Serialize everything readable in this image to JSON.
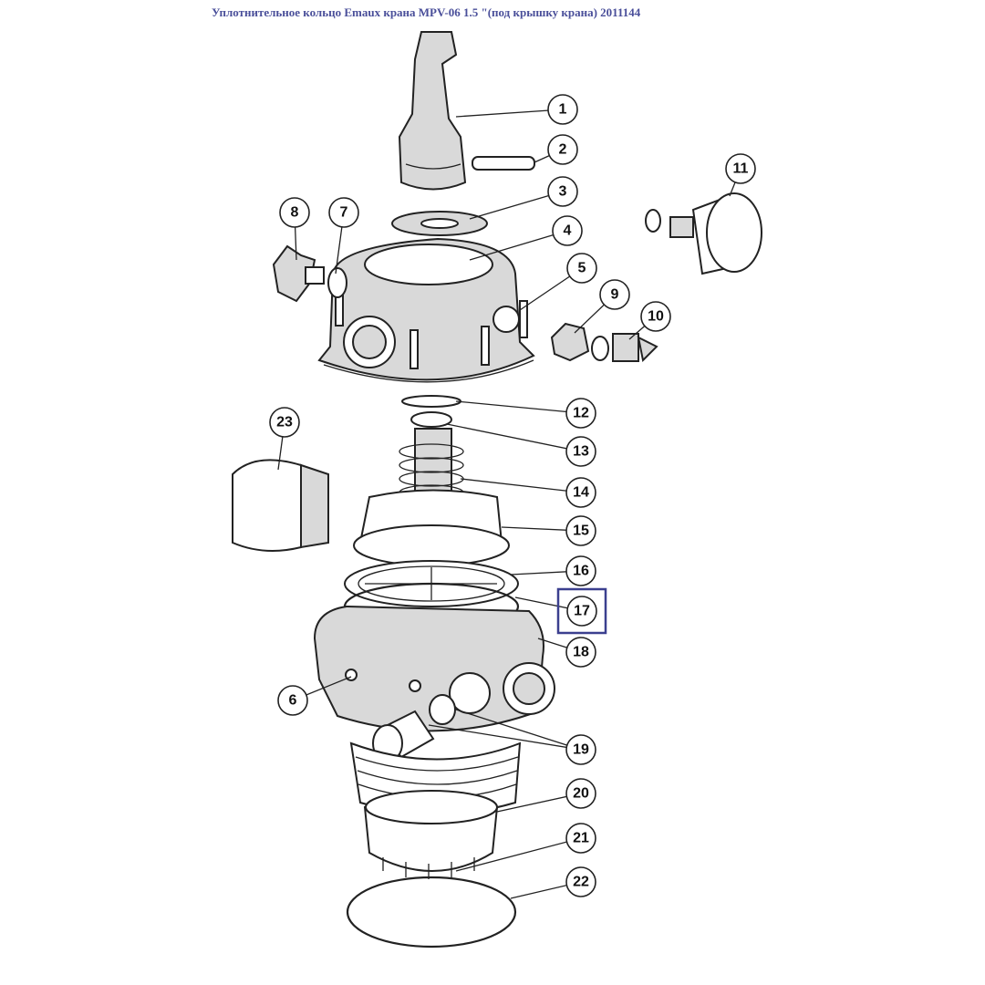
{
  "title": "Уплотнительное кольцо Emaux крана MPV-06 1.5 \"(под крышку крана) 2011144",
  "callouts": [
    "1",
    "2",
    "3",
    "4",
    "5",
    "6",
    "7",
    "8",
    "9",
    "10",
    "11",
    "12",
    "13",
    "14",
    "15",
    "16",
    "17",
    "18",
    "19",
    "20",
    "21",
    "22",
    "23"
  ],
  "highlighted_part": "17",
  "highlight_color": "#3b3f8f"
}
